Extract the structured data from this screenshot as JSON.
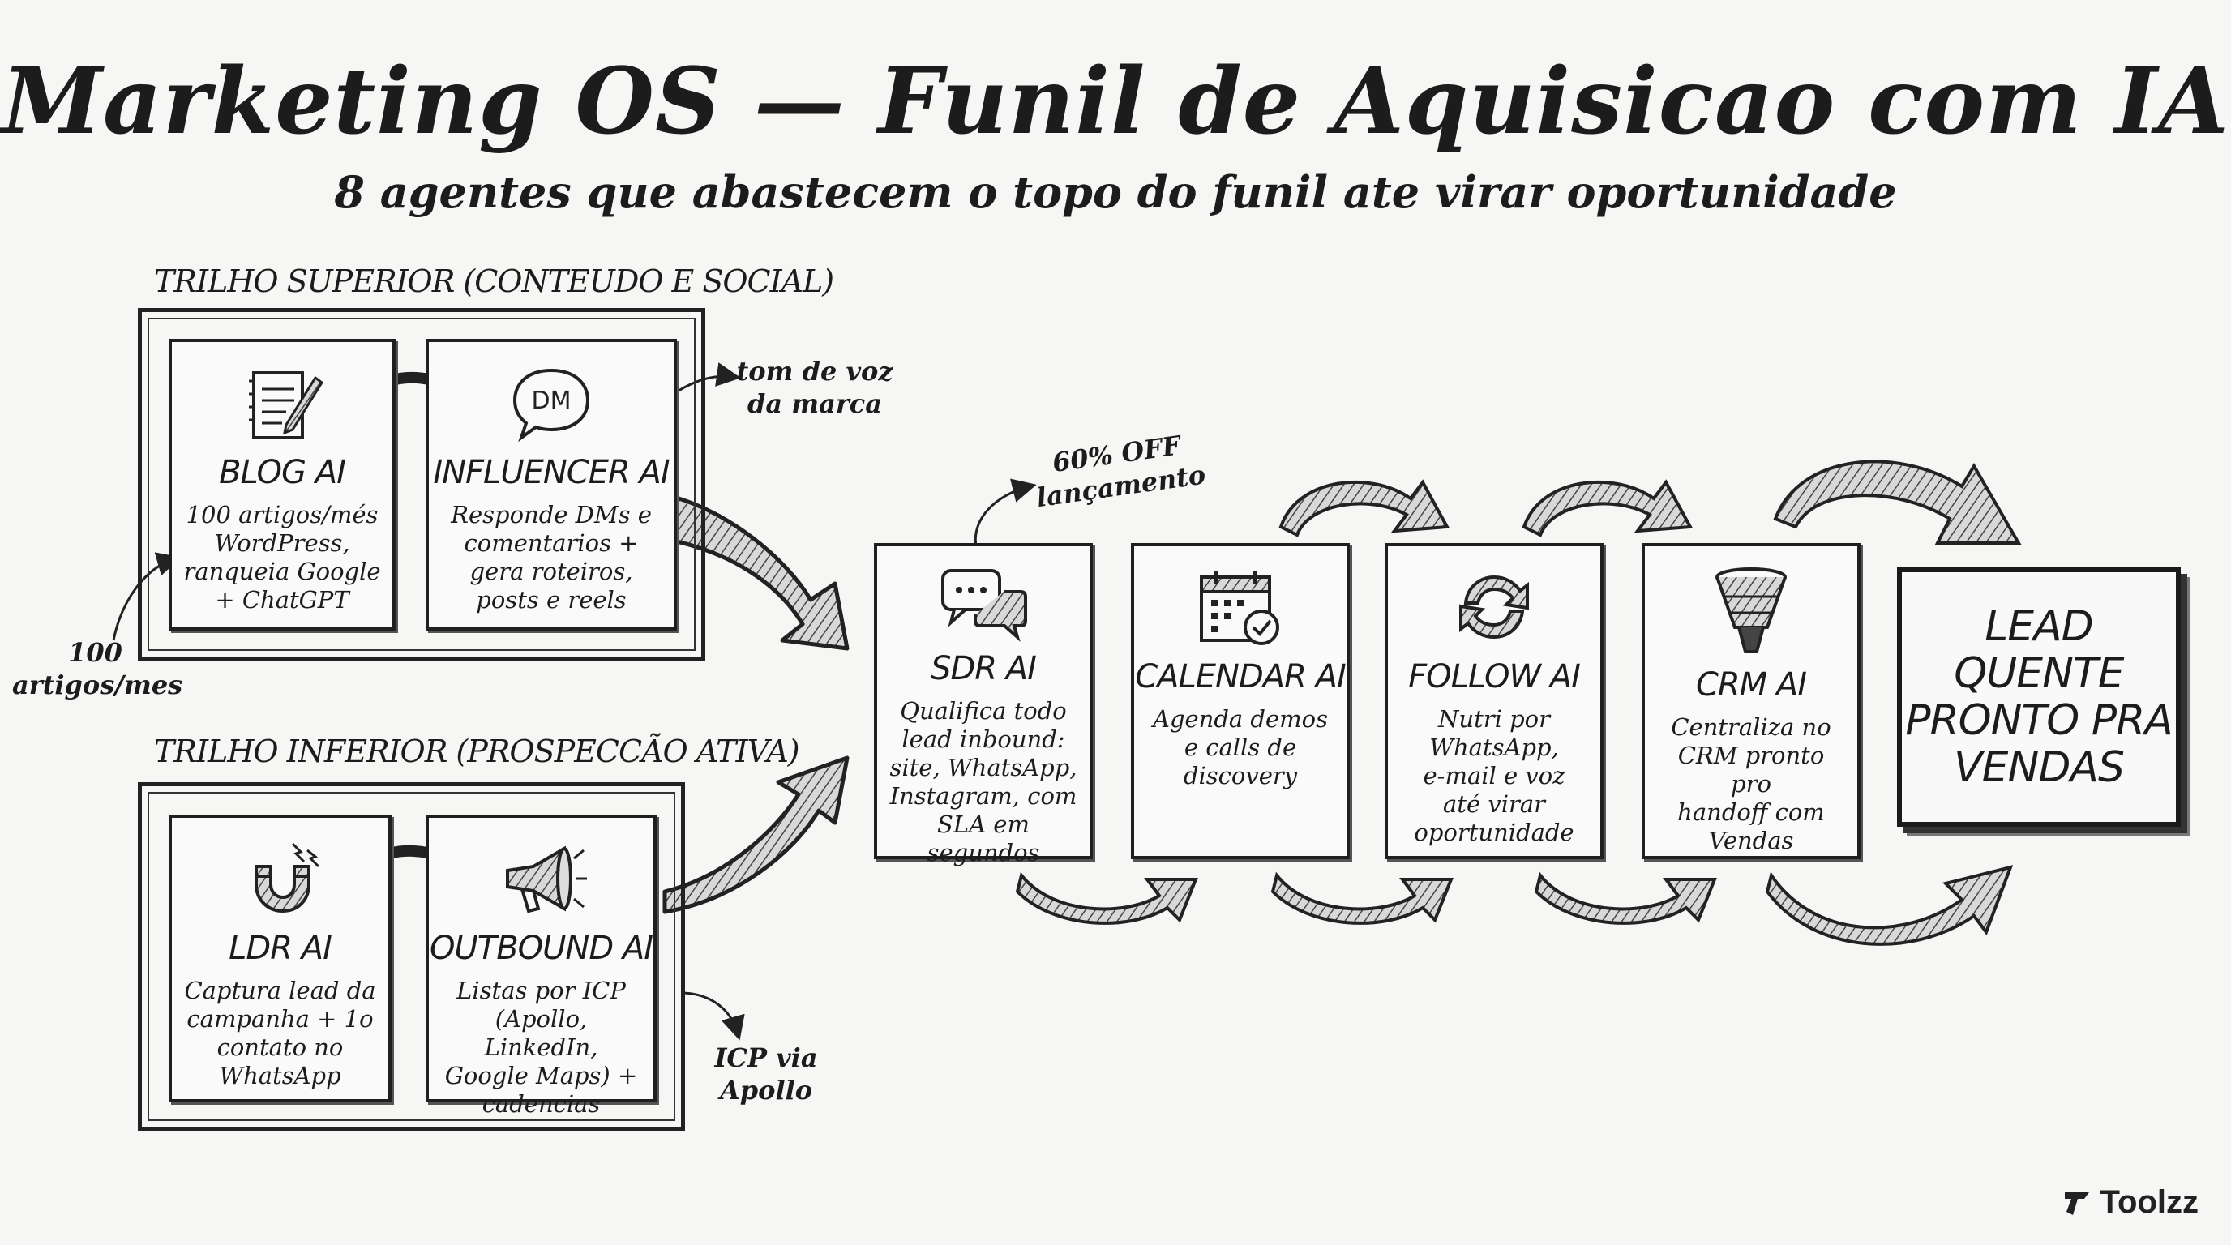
{
  "header": {
    "title": "Marketing OS — Funil de Aquisicao com IA",
    "subtitle": "8 agentes que abastecem o topo do funil ate virar oportunidade"
  },
  "tracks": {
    "top_label": "TRILHO SUPERIOR (CONTEUDO E SOCIAL)",
    "bottom_label": "TRILHO INFERIOR (PROSPECCÃO ATIVA)"
  },
  "cards": {
    "blog": {
      "title": "BLOG AI",
      "desc": "100 artigos/més\nWordPress,\nranqueia Google\n+ ChatGPT",
      "icon": "notepad-pencil-icon"
    },
    "influencer": {
      "title": "INFLUENCER AI",
      "desc": "Responde DMs e\ncomentarios +\ngera roteiros,\nposts e reels",
      "icon": "dm-bubble-icon",
      "icon_text": "DM"
    },
    "ldr": {
      "title": "LDR AI",
      "desc": "Captura lead da\ncampanha + 1o\ncontato no\nWhatsApp",
      "icon": "magnet-icon"
    },
    "outbound": {
      "title": "OUTBOUND AI",
      "desc": "Listas por ICP\n(Apollo, LinkedIn,\nGoogle Maps) +\ncadencias",
      "icon": "megaphone-icon"
    },
    "sdr": {
      "title": "SDR AI",
      "desc": "Qualifica todo\nlead inbound:\nsite, WhatsApp,\nInstagram, com\nSLA em segundos",
      "icon": "chat-bubbles-icon"
    },
    "calendar": {
      "title": "CALENDAR AI",
      "desc": "Agenda demos\ne calls de\ndiscovery",
      "icon": "calendar-check-icon"
    },
    "follow": {
      "title": "FOLLOW AI",
      "desc": "Nutri por\nWhatsApp,\ne-mail e voz\naté virar\noportunidade",
      "icon": "refresh-arrows-icon"
    },
    "crm": {
      "title": "CRM AI",
      "desc": "Centraliza no\nCRM pronto pro\nhandoff com\nVendas",
      "icon": "funnel-icon"
    }
  },
  "lead": {
    "label": "LEAD\nQUENTE\nPRONTO PRA\nVENDAS"
  },
  "notes": {
    "tom_de_voz": "tom de voz\nda marca",
    "artigos": "100\nartigos/mes",
    "off": "60% OFF\nlançamento",
    "icp": "ICP via\nApollo"
  },
  "brand": {
    "name": "Toolzz",
    "icon": "toolzz-logo-icon"
  }
}
